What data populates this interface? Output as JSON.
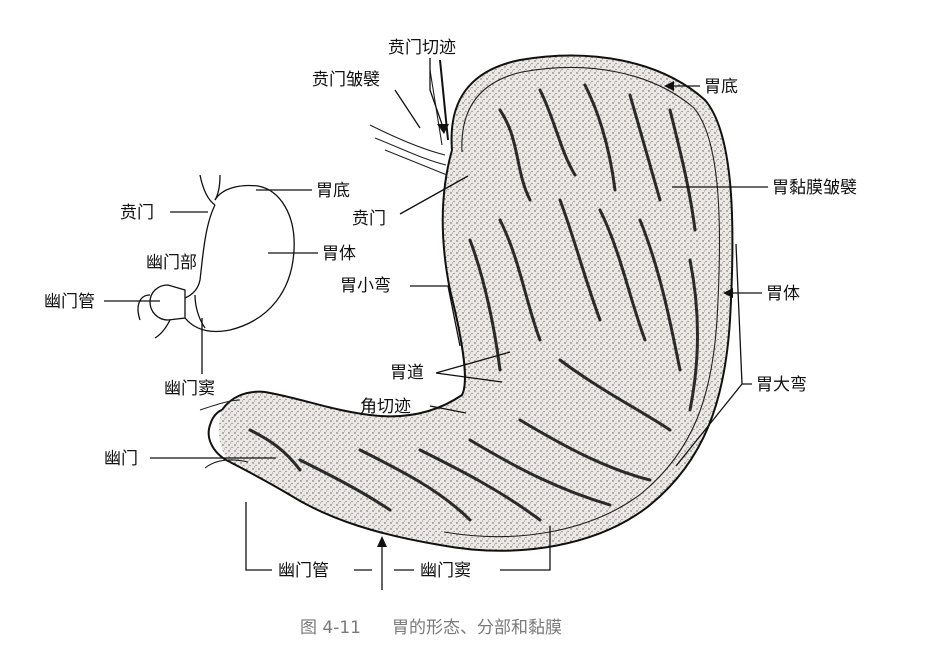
{
  "labels": {
    "cardiac_notch": "贲门切迹",
    "cardiac_folds": "贲门皱襞",
    "fundus_main": "胃底",
    "mucosal_folds": "胃黏膜皱襞",
    "body_main": "胃体",
    "greater_curvature": "胃大弯",
    "cardia_main": "贲门",
    "lesser_curvature": "胃小弯",
    "gastric_canal": "胃道",
    "angular_incisure": "角切迹",
    "pylorus_main": "幽门",
    "pyloric_canal_main": "幽门管",
    "pyloric_antrum_main": "幽门窦",
    "inset_cardia": "贲门",
    "inset_fundus": "胃底",
    "inset_body": "胃体",
    "inset_pyloric_part": "幽门部",
    "inset_pyloric_canal": "幽门管",
    "inset_pyloric_antrum": "幽门窦"
  },
  "caption": {
    "figure_number": "图 4-11",
    "title": "胃的形态、分部和黏膜"
  },
  "colors": {
    "ink": "#111111",
    "caption": "#7a7a7a",
    "mucosa_fill": "#e9e6e2",
    "fold_dark": "#2a2a2a"
  }
}
